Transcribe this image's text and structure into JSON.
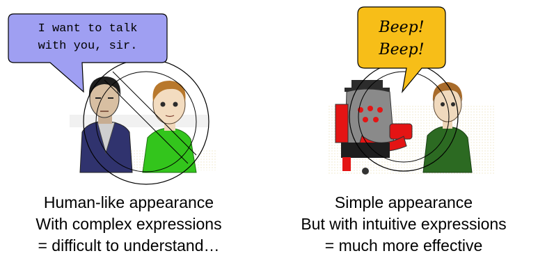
{
  "left_panel": {
    "speech": [
      "I want to talk",
      "with you, sir."
    ],
    "caption": [
      "Human-like appearance",
      "With complex expressions",
      "= difficult to understand…"
    ]
  },
  "right_panel": {
    "speech": [
      "Beep!",
      "Beep!"
    ],
    "caption": [
      "Simple appearance",
      "But with intuitive expressions",
      "= much more effective"
    ]
  },
  "colors": {
    "left_bubble": "#9f9ff2",
    "right_bubble": "#f7be18",
    "robot_red": "#e41414",
    "robot_gray": "#8a8a8a",
    "shirt_green": "#33c51c",
    "shirt_dark_green": "#2c6a22",
    "suit_navy": "#30336e"
  }
}
